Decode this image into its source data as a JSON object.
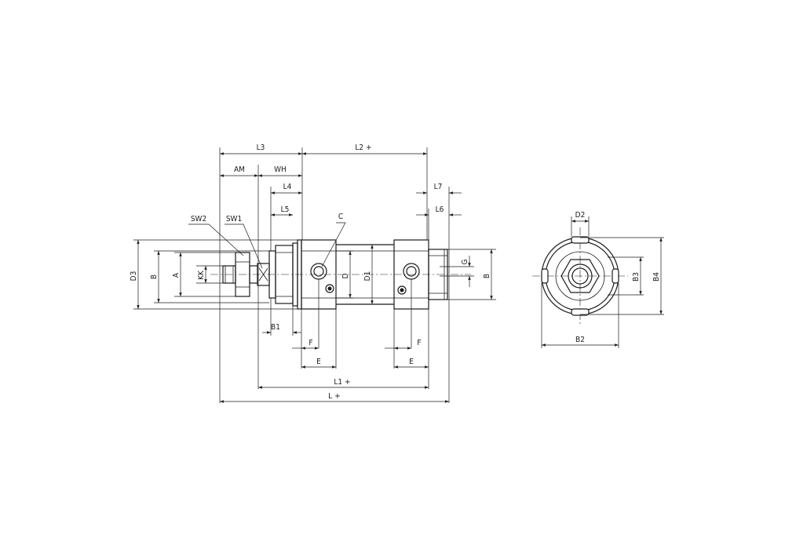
{
  "side_view": {
    "dims": {
      "L3": "L3",
      "L2": "L2 +",
      "AM": "AM",
      "WH": "WH",
      "L4": "L4",
      "L5": "L5",
      "L7": "L7",
      "L6": "L6",
      "C": "C",
      "SW2": "SW2",
      "SW1": "SW1",
      "D3": "D3",
      "B_left": "B",
      "A": "A",
      "KK": "KK",
      "D": "D",
      "D1": "D1",
      "G": "G",
      "B_right": "B",
      "B1": "B1",
      "F_left": "F",
      "F_right": "F",
      "E_left": "E",
      "E_right": "E",
      "L1": "L1 +",
      "L": "L +"
    }
  },
  "end_view": {
    "dims": {
      "D2": "D2",
      "B3": "B3",
      "B4": "B4",
      "B2": "B2"
    }
  }
}
